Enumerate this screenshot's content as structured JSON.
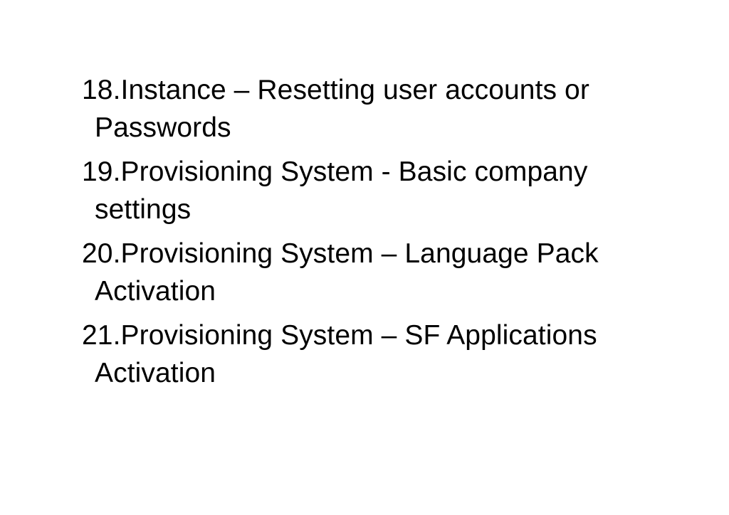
{
  "page": {
    "background_color": "#ffffff",
    "text_color": "#000000"
  },
  "list": {
    "items": [
      {
        "number": "18",
        "full_text": "18.Instance – Resetting user accounts or Passwords",
        "lines": [
          "18.Instance – Resetting user accounts or",
          "Passwords"
        ]
      },
      {
        "number": "19",
        "full_text": "19.Provisioning System - Basic company settings",
        "lines": [
          "19.Provisioning System - Basic company",
          "settings"
        ]
      },
      {
        "number": "20",
        "full_text": "20.Provisioning System – Language Pack Activation",
        "lines": [
          "20.Provisioning System – Language Pack",
          "Activation"
        ]
      },
      {
        "number": "21",
        "full_text": "21.Provisioning System – SF Applications Activation",
        "lines": [
          "21.Provisioning System – SF Applications",
          "Activation"
        ]
      }
    ]
  }
}
